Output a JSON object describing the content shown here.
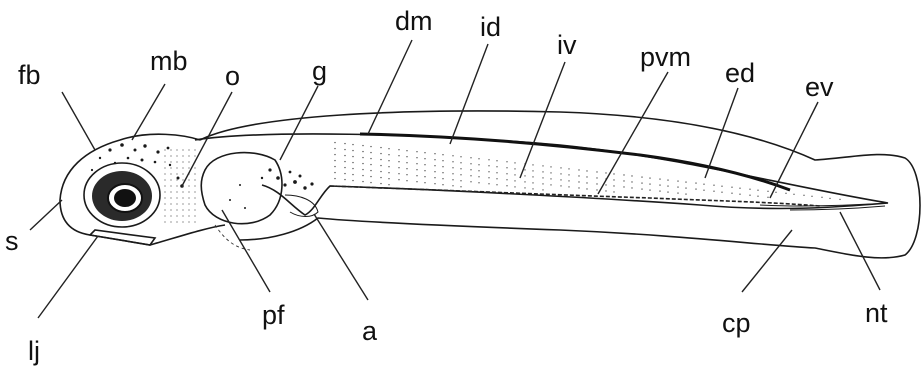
{
  "labels": {
    "fb": "fb",
    "mb": "mb",
    "o": "o",
    "g": "g",
    "dm": "dm",
    "id": "id",
    "iv": "iv",
    "pvm": "pvm",
    "ed": "ed",
    "ev": "ev",
    "s": "s",
    "lj": "lj",
    "pf": "pf",
    "a": "a",
    "cp": "cp",
    "nt": "nt"
  }
}
